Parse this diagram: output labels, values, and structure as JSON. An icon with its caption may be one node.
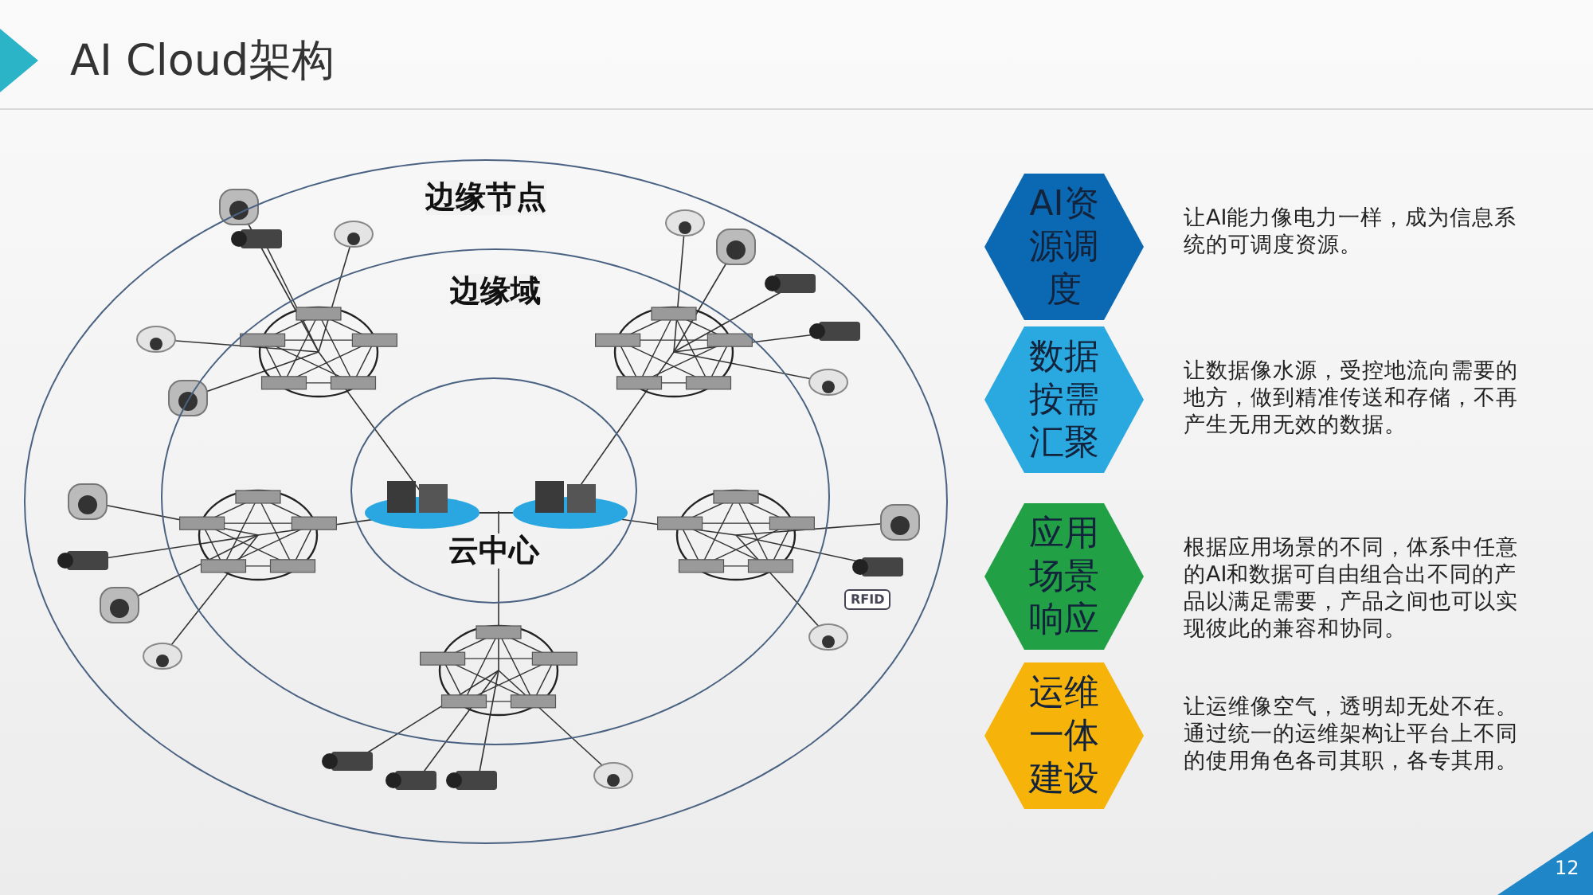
{
  "diagram": {
    "title": "AI Cloud架构",
    "nodes": [
      {
        "text": [
          "边缘节点"
        ]
      },
      {
        "text": [
          "边缘域"
        ],
        "in": 0
      },
      {
        "text": [
          "云中心"
        ],
        "in": 1
      },
      {
        "text": [
          "AI资源调度"
        ],
        "beside": [
          "让AI能力像电力一样，成为信息系统的可调度资源。"
        ]
      },
      {
        "text": [
          "数据按需汇聚"
        ],
        "beside": [
          "让数据像水源，受控地流向需要的地方，做到精准传送和存储，不再产生无用无效的数据。"
        ]
      },
      {
        "text": [
          "应用场景响应"
        ],
        "beside": [
          "根据应用场景的不同，体系中任意的AI和数据可自由组合出不同的产品以满足需要，产品之间也可以实现彼此的兼容和协同。"
        ]
      },
      {
        "text": [
          "运维一体建设"
        ],
        "beside": [
          "让运维像空气，透明却无处不在。通过统一的运维架构让平台上不同的使用角色各司其职，各专其用。"
        ]
      }
    ],
    "labels": [
      "RFID",
      "12"
    ]
  }
}
